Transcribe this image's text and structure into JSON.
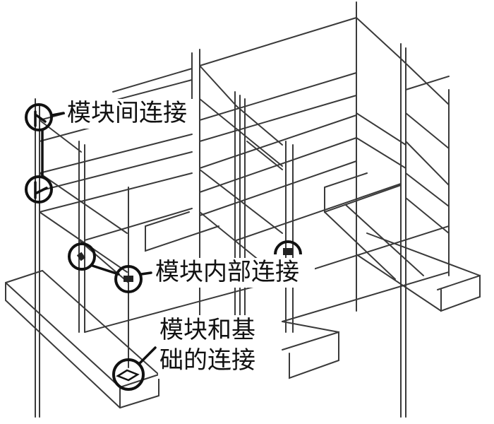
{
  "diagram": {
    "subject": "Modular building frame with connection types",
    "labels": {
      "inter_module": "模块间连接",
      "intra_module": "模块内部连接",
      "foundation_line1": "模块和基",
      "foundation_line2": "础的连接"
    },
    "callouts": [
      {
        "id": "inter-module-connection",
        "label_key": "inter_module",
        "count": 2
      },
      {
        "id": "intra-module-connection",
        "label_key": "intra_module",
        "count": 3
      },
      {
        "id": "module-foundation-connection",
        "label_key": "foundation",
        "count": 1
      }
    ],
    "colors": {
      "line": "#3a3a3a",
      "callout": "#111111",
      "background": "#ffffff"
    }
  }
}
